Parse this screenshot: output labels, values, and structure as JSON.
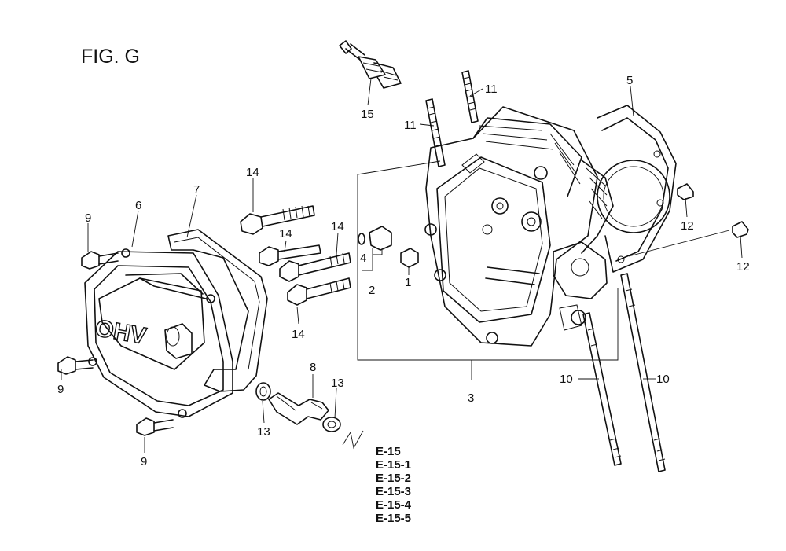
{
  "figure": {
    "title": "FIG. G"
  },
  "callouts": {
    "c1": "1",
    "c2": "2",
    "c3": "3",
    "c4": "4",
    "c5": "5",
    "c6": "6",
    "c7": "7",
    "c8": "8",
    "c9a": "9",
    "c9b": "9",
    "c9c": "9",
    "c10a": "10",
    "c10b": "10",
    "c11a": "11",
    "c11b": "11",
    "c12a": "12",
    "c12b": "12",
    "c13a": "13",
    "c13b": "13",
    "c14a": "14",
    "c14b": "14",
    "c14c": "14",
    "c14d": "14",
    "c15": "15"
  },
  "references": [
    "E-15",
    "E-15-1",
    "E-15-2",
    "E-15-3",
    "E-15-4",
    "E-15-5"
  ],
  "cover_embossing": "OHV"
}
